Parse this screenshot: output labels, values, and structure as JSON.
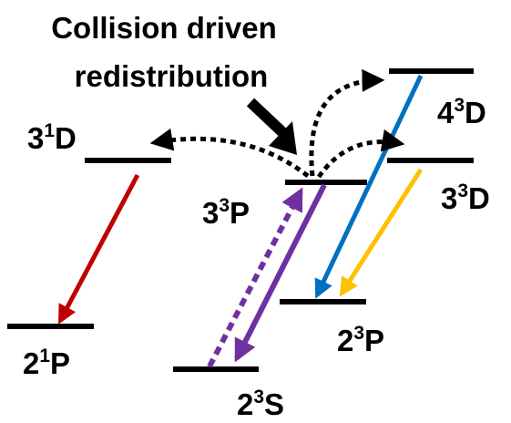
{
  "title": {
    "line1": "Collision driven",
    "line2": "redistribution"
  },
  "levels": {
    "s31D": {
      "prefix": "3",
      "sup": "1",
      "suffix": "D"
    },
    "s21P": {
      "prefix": "2",
      "sup": "1",
      "suffix": "P"
    },
    "s33P": {
      "prefix": "3",
      "sup": "3",
      "suffix": "P"
    },
    "s23S": {
      "prefix": "2",
      "sup": "3",
      "suffix": "S"
    },
    "s43D": {
      "prefix": "4",
      "sup": "3",
      "suffix": "D"
    },
    "s33D": {
      "prefix": "3",
      "sup": "3",
      "suffix": "D"
    },
    "s23P": {
      "prefix": "2",
      "sup": "3",
      "suffix": "P"
    }
  },
  "colors": {
    "level": "#000000",
    "red_transition": "#c00000",
    "purple_transition": "#7030a0",
    "blue_transition": "#0070c0",
    "orange_transition": "#ffc000",
    "collision_arrows": "#000000"
  }
}
